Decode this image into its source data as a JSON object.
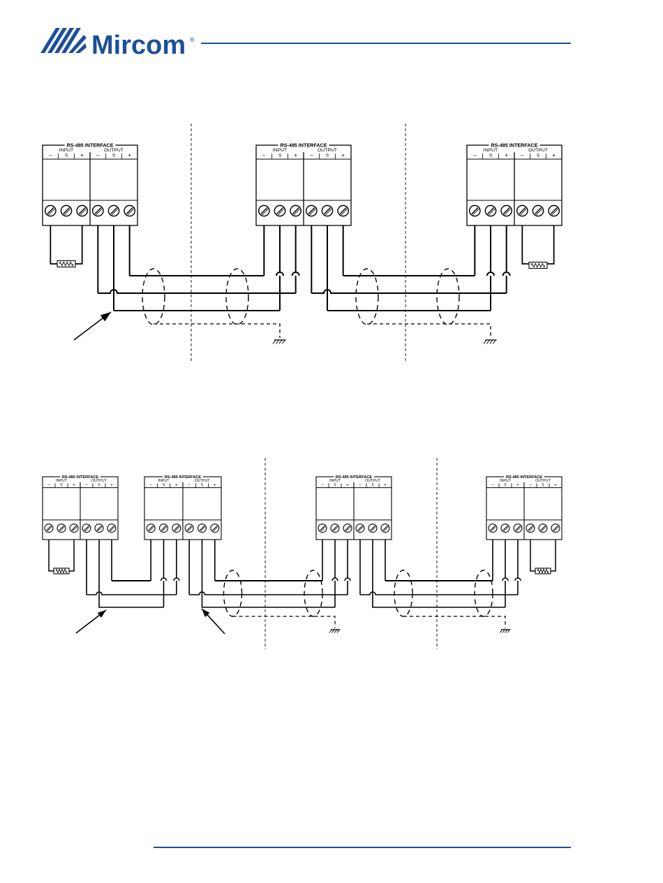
{
  "header": {
    "brand_name": "Mircom",
    "registered_mark": "®",
    "brand_color": "#1b4f9c"
  },
  "diagram_labels": {
    "module_title": "RS-485 INTERFACE",
    "input_label": "INPUT",
    "output_label": "OUTPUT",
    "minus": "–",
    "shield": "S",
    "plus": "+"
  },
  "colors": {
    "line": "#000000",
    "rule": "#1b4f9c"
  },
  "icons": [
    "terminal-screw-icon",
    "resistor-icon",
    "ground-icon",
    "arrow-icon",
    "cable-shield-icon"
  ]
}
